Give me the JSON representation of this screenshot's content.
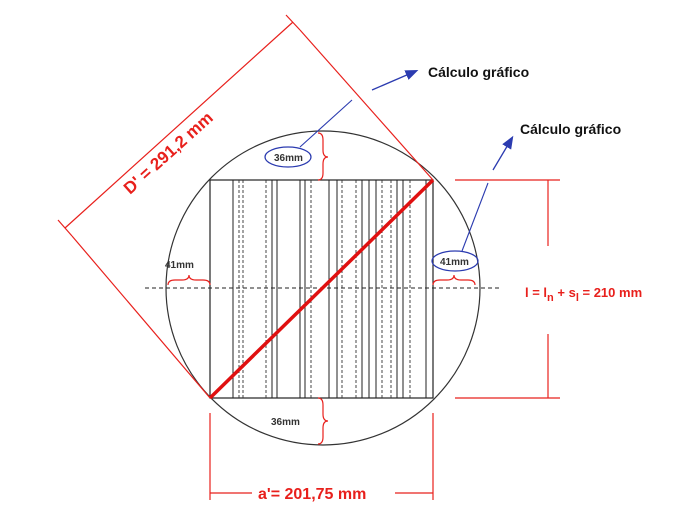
{
  "callouts": {
    "top": "Cálculo gráfico",
    "right": "Cálculo gráfico"
  },
  "dimensions": {
    "diagonal": "D' = 291,2 mm",
    "width": "a'= 201,75 mm",
    "length_main": "l = l",
    "length_sub_n": "n",
    "length_mid": " + s",
    "length_sub_l": "l",
    "length_end": " = 210 mm"
  },
  "clearances": {
    "top": "36mm",
    "bottom": "36mm",
    "left": "41mm",
    "right": "41mm"
  },
  "colors": {
    "dimension": "#e8201c",
    "callout_arrow": "#2b3bb0",
    "outline": "#222222",
    "diagonal": "#e01010"
  }
}
